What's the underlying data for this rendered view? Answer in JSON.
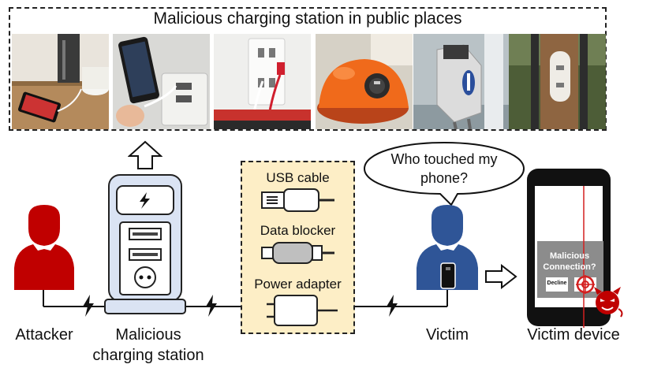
{
  "panel": {
    "title": "Malicious charging station in public places",
    "photos": [
      "cafe-table-phone-charging",
      "wall-socket-usb-charging",
      "white-wall-outlet-usb",
      "orange-dome-charging-port",
      "pole-mounted-charging-unit",
      "wooden-post-charging-port"
    ]
  },
  "actors": {
    "attacker": "Attacker",
    "station_line1": "Malicious",
    "station_line2": "charging station",
    "victim": "Victim",
    "victim_device": "Victim device"
  },
  "cables": {
    "usb": "USB cable",
    "blocker": "Data blocker",
    "adapter": "Power adapter"
  },
  "bubble": {
    "line1": "Who touched my",
    "line2": "phone?"
  },
  "dialog": {
    "line1": "Malicious",
    "line2": "Connection?",
    "decline": "Decline"
  },
  "colors": {
    "attacker": "#c00000",
    "victim": "#2f5597",
    "station_body": "#dae3f3",
    "cable_box": "#fdeec6"
  }
}
